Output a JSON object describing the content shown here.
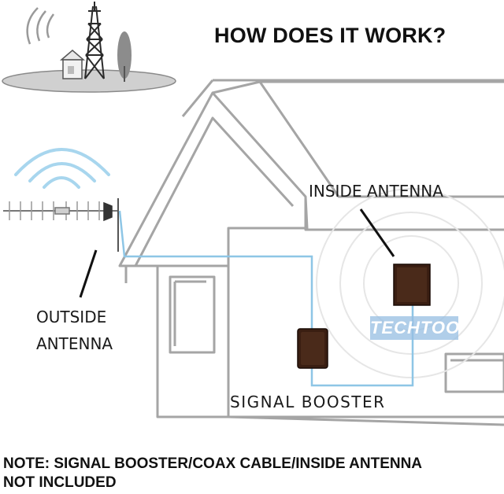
{
  "title": "HOW DOES IT WORK?",
  "labels": {
    "inside_antenna": "INSIDE ANTENNA",
    "outside_antenna_line1": "OUTSIDE",
    "outside_antenna_line2": "ANTENNA",
    "signal_booster": "SIGNAL BOOSTER"
  },
  "watermark": "TECHTOO",
  "note": {
    "line1": "NOTE: SIGNAL BOOSTER/COAX CABLE/INSIDE ANTENNA",
    "line2": "NOT INCLUDED"
  },
  "colors": {
    "cable": "#8ec6e6",
    "outline": "#9a9a9a",
    "device": "#3a1e12",
    "signal": "#a8d6ee"
  }
}
